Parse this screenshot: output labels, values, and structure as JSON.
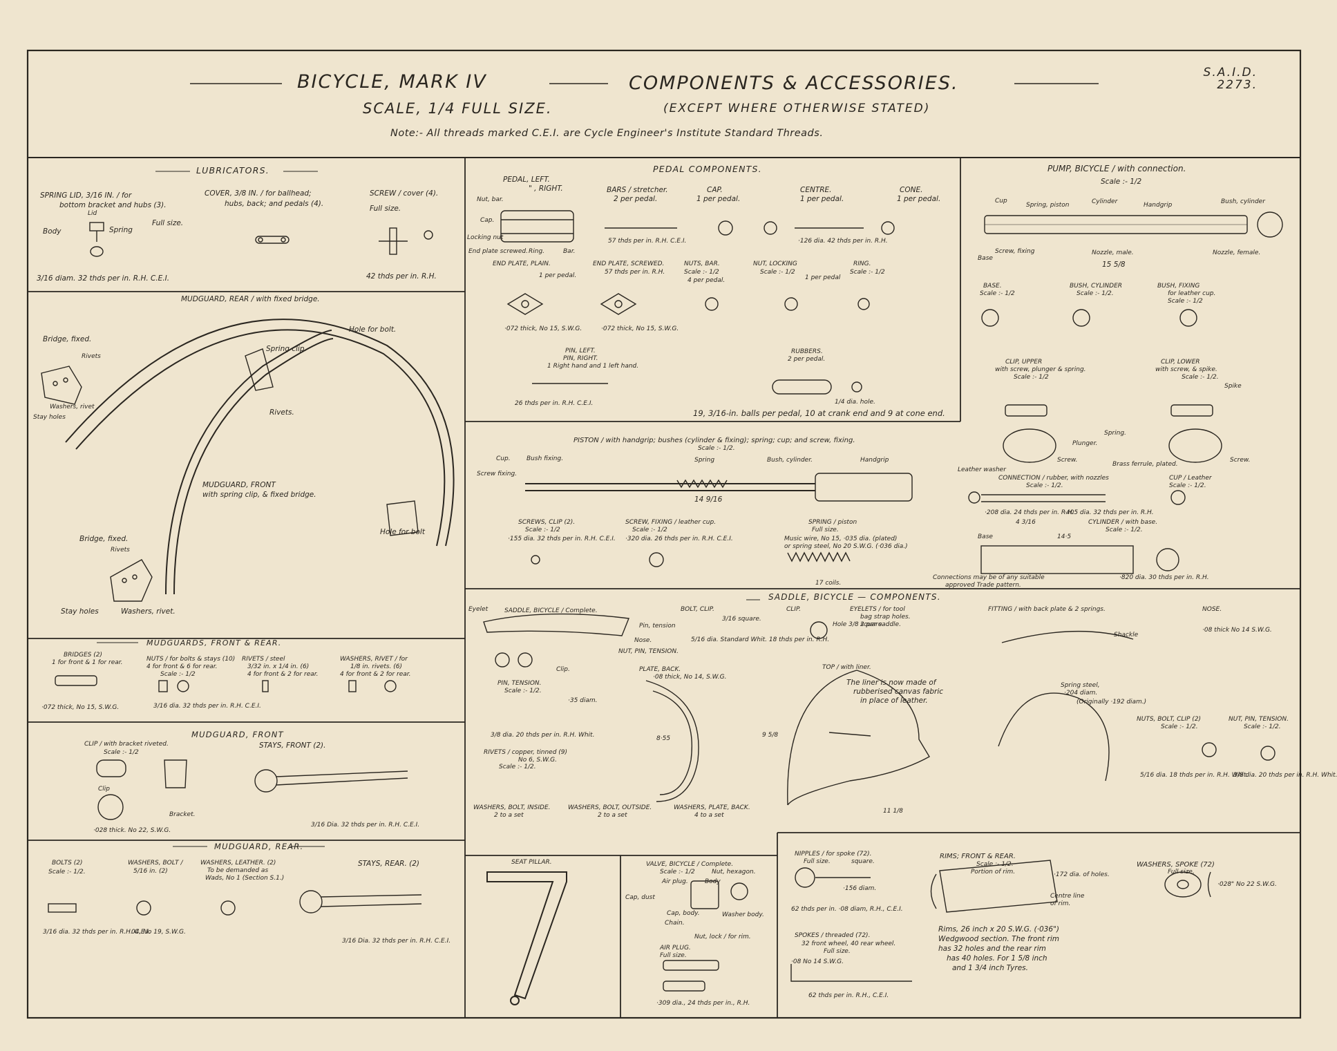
{
  "header": {
    "title_left": "BICYCLE, MARK IV",
    "title_right": "COMPONENTS & ACCESSORIES.",
    "scale": "SCALE, 1/4 FULL SIZE.",
    "scale_note": "(EXCEPT WHERE OTHERWISE STATED)",
    "note": "Note:- All threads marked C.E.I. are Cycle Engineer's Institute Standard Threads.",
    "ref_line1": "S.A.I.D.",
    "ref_line2": "2273."
  },
  "sections": {
    "lubricators": {
      "title": "LUBRICATORS.",
      "spring_lid": "SPRING LID, 3/16 IN. / for",
      "spring_lid2": "bottom bracket and hubs (3).",
      "cover": "COVER, 3/8 IN. / for ballhead;",
      "cover2": "hubs, back; and pedals (4).",
      "screw": "SCREW / cover (4).",
      "full_size": "Full size.",
      "full_size2": "Full size.",
      "body": "Body",
      "lid": "Lid",
      "spring": "Spring",
      "thread1": "3/16 diam. 32 thds per in. R.H. C.E.I.",
      "thread2": "42 thds per in. R.H."
    },
    "mudguard_rear_fixed": {
      "title": "MUDGUARD, REAR / with fixed bridge.",
      "bridge_fixed": "Bridge, fixed.",
      "rivets": "Rivets",
      "stay_holes": "Stay holes",
      "washers": "Washers, rivet",
      "spring_clip": "Spring clip.",
      "hole_bolt": "Hole for bolt.",
      "rivets2": "Rivets.",
      "front_title": "MUDGUARD, FRONT",
      "front_sub": "with spring clip, & fixed bridge.",
      "bridge_fixed2": "Bridge, fixed.",
      "rivets3": "Rivets",
      "stay_holes2": "Stay holes",
      "washers_rivet": "Washers, rivet.",
      "hole_bolt2": "Hole for bolt"
    },
    "mudguards_fr": {
      "title": "MUDGUARDS, FRONT & REAR.",
      "bridges": "BRIDGES (2)",
      "bridges2": "1 for front & 1 for rear.",
      "nuts": "NUTS / for bolts & stays (10)",
      "nuts2": "4 for front & 6 for rear.",
      "rivets": "RIVETS / steel",
      "rivets2": "3/32 in. x 1/4 in. (6)",
      "rivets3": "4 for front & 2 for rear.",
      "washers": "WASHERS, RIVET / for",
      "washers2": "1/8 in. rivets. (6)",
      "washers3": "4 for front & 2 for rear.",
      "scale": "Scale :- 1/2",
      "thick": "·072 thick, No 15, S.W.G.",
      "thread": "3/16 dia. 32 thds per in. R.H. C.E.I."
    },
    "mudguard_front": {
      "title": "MUDGUARD, FRONT",
      "clip": "CLIP / with bracket riveted.",
      "scale": "Scale :- 1/2",
      "stays": "STAYS, FRONT (2).",
      "clip_lbl": "Clip",
      "bracket": "Bracket.",
      "thick": "·028 thick. No 22, S.W.G.",
      "thread": "3/16 Dia. 32 thds per in. R.H. C.E.I."
    },
    "mudguard_rear": {
      "title": "MUDGUARD, REAR.",
      "bolts": "BOLTS (2)",
      "washers_bolt": "WASHERS, BOLT /",
      "washers_bolt2": "5/16 in. (2)",
      "washers_leather": "WASHERS, LEATHER. (2)",
      "washers_leather2": "To be demanded as",
      "washers_leather3": "Wads, No 1 (Section S.1.)",
      "stays": "STAYS, REAR. (2)",
      "scale": "Scale :- 1/2.",
      "thread": "3/16 dia. 32 thds per in. R.H. C.E.I.",
      "thick": "04, No 19, S.W.G.",
      "thread2": "3/16 Dia. 32 thds per in. R.H. C.E.I."
    },
    "pedal": {
      "title": "PEDAL COMPONENTS.",
      "pedal": "PEDAL, LEFT.",
      "pedal2": "\" , RIGHT.",
      "nut_bar": "Nut, bar.",
      "cap": "Cap.",
      "locking_nut": "Locking nut",
      "end_plate_screwed": "End plate screwed.",
      "ring": "Ring.",
      "bar": "Bar.",
      "bars": "BARS / stretcher.",
      "bars2": "2 per pedal.",
      "cap_t": "CAP.",
      "cap2": "1 per pedal.",
      "centre": "CENTRE.",
      "centre2": "1 per pedal.",
      "cone": "CONE.",
      "cone2": "1 per pedal.",
      "end_plain": "END PLATE, PLAIN.",
      "end_plain2": "1 per pedal.",
      "end_screwed": "END PLATE, SCREWED.",
      "end_screwed2": "57 thds per in. R.H.",
      "nuts_bar": "NUTS, BAR.",
      "nuts_bar2": "Scale :- 1/2",
      "nuts_bar3": "4 per pedal.",
      "nut_locking": "NUT, LOCKING",
      "nut_locking2": "Scale :- 1/2",
      "nut_locking3": "1 per pedal",
      "ring_t": "RING.",
      "ring2": "Scale :- 1/2",
      "pin": "PIN, LEFT.",
      "pin2": "PIN, RIGHT.",
      "pin3": "1 Right hand and 1 left hand.",
      "rubbers": "RUBBERS.",
      "rubbers2": "2 per pedal.",
      "thick1": "·072 thick, No 15, S.W.G.",
      "thick2": "·072 thick, No 15, S.W.G.",
      "balls": "19, 3/16-in. balls per pedal, 10 at crank end and 9 at cone end.",
      "thread_pin": "26 thds per in. R.H. C.E.I.",
      "thread_cap": "57 thds per in. R.H. C.E.I.",
      "thread_centre": "·126 dia. 42 thds per in. R.H.",
      "hole": "1/4 dia. hole."
    },
    "pump": {
      "title": "PUMP, BICYCLE / with connection.",
      "scale": "Scale :- 1/2",
      "cup": "Cup",
      "spring_piston": "Spring, piston",
      "cylinder": "Cylinder",
      "handgrip": "Handgrip",
      "bush_cylinder": "Bush, cylinder",
      "screw_fixing": "Screw, fixing",
      "base": "Base",
      "nozzle_male": "Nozzle, male.",
      "nozzle_female": "Nozzle, female.",
      "length": "15 5/8",
      "base_t": "BASE.",
      "base_s": "Scale :- 1/2",
      "bush_cyl": "BUSH, CYLINDER",
      "bush_cyl_s": "Scale :- 1/2.",
      "bush_fix": "BUSH, FIXING",
      "bush_fix2": "for leather cup.",
      "bush_fix_s": "Scale :- 1/2",
      "clip_upper": "CLIP, UPPER",
      "clip_upper2": "with screw, plunger & spring.",
      "clip_upper_s": "Scale :- 1/2",
      "clip_lower": "CLIP, LOWER",
      "clip_lower2": "with screw, & spike.",
      "clip_lower_s": "Scale :- 1/2.",
      "spike": "Spike",
      "spring": "Spring.",
      "plunger": "Plunger.",
      "screw": "Screw.",
      "screw2": "Screw."
    },
    "piston": {
      "title": "PISTON / with handgrip; bushes (cylinder & fixing); spring; cup; and screw, fixing.",
      "scale": "Scale :- 1/2.",
      "cup": "Cup.",
      "bush_fixing": "Bush fixing.",
      "screw_fixing": "Screw fixing.",
      "spring": "Spring",
      "bush_cylinder": "Bush, cylinder.",
      "handgrip": "Handgrip",
      "length": "14 9/16",
      "screws_clip": "SCREWS, CLIP (2).",
      "screws_clip_s": "Scale :- 1/2",
      "screws_thread": "·155 dia. 32 thds per in. R.H. C.E.I.",
      "screw_fixing_t": "SCREW, FIXING / leather cup.",
      "screw_fixing_s": "Scale :- 1/2",
      "screw_fixing_thread": "·320 dia. 26 thds per in. R.H. C.E.I.",
      "spring_t": "SPRING / piston",
      "spring_s": "Full size.",
      "spring_d1": "Music wire, No 15, ·035 dia. (plated)",
      "spring_d2": "or spring steel, No 20 S.W.G. (·036 dia.)",
      "coils": "17 coils.",
      "leather_washer": "Leather washer",
      "connection": "CONNECTION / rubber, with nozzles",
      "connection_s": "Scale :- 1/2.",
      "brass": "Brass ferrule, plated.",
      "cup_leather": "CUP / Leather",
      "cup_leather_s": "Scale :- 1/2.",
      "cylinder": "CYLINDER / with base.",
      "cylinder_s": "Scale :- 1/2.",
      "base": "Base",
      "length2": "14·5",
      "length3": "4 3/16",
      "conn_note": "Connections may be of any suitable",
      "conn_note2": "approved Trade pattern.",
      "thread": "·820 dia. 30 thds per in. R.H.",
      "thread2": "·208 dia. 24 thds per in. R.H.",
      "thread3": "·405 dia. 32 thds per in. R.H."
    },
    "saddle": {
      "title": "SADDLE, BICYCLE — COMPONENTS.",
      "eyelet": "Eyelet",
      "saddle_complete": "SADDLE, BICYCLE / Complete.",
      "pin_tension": "Pin, tension",
      "nose": "Nose.",
      "nut_pin": "NUT, PIN, TENSION.",
      "clip": "Clip.",
      "bolt_clip": "BOLT, CLIP.",
      "bolt_sq": "3/16 square.",
      "bolt_thread": "5/16 dia. Standard Whit. 18 thds per in. R.H.",
      "clip_t": "CLIP.",
      "hole_sq": "Hole 3/8 square.",
      "eyelets": "EYELETS / for tool",
      "eyelets2": "bag strap holes.",
      "eyelets3": "2 per saddle.",
      "fitting": "FITTING / with back plate & 2 springs.",
      "nose_t": "NOSE.",
      "nose_thick": "·08 thick No 14 S.W.G.",
      "shackle": "Shackle",
      "pin_t": "PIN, TENSION.",
      "pin_s": "Scale :- 1/2.",
      "pin_diam": "·35 diam.",
      "pin_thread": "3/8 dia. 20 thds per in. R.H. Whit.",
      "plate_back": "PLATE, BACK.",
      "plate_thick": "·08 thick, No 14, S.W.G.",
      "top": "TOP / with liner.",
      "liner": "The liner is now made of",
      "liner2": "rubberised canvas fabric",
      "liner3": "in place of leather.",
      "spring_steel": "Spring steel,",
      "spring_steel2": "·204 diam.",
      "spring_steel3": "(Originally ·192 diam.)",
      "rivets": "RIVETS / copper, tinned (9)",
      "rivets2": "No 6, S.W.G.",
      "rivets_s": "Scale :- 1/2.",
      "nuts_bolt": "NUTS, BOLT, CLIP (2)",
      "nuts_bolt_s": "Scale :- 1/2.",
      "nuts_bolt_thread": "5/16 dia. 18 thds per in. R.H. Whit.",
      "nut_pin_s": "Scale :- 1/2.",
      "nut_pin_thread": "3/8 dia. 20 thds per in. R.H. Whit.",
      "washers_inside": "WASHERS, BOLT, INSIDE.",
      "washers_inside2": "2 to a set",
      "washers_outside": "WASHERS, BOLT, OUTSIDE.",
      "washers_outside2": "2 to a set",
      "washers_plate": "WASHERS, PLATE, BACK.",
      "washers_plate2": "4 to a set",
      "dim_855": "8·55",
      "dim_956": "9 5/8",
      "dim_1118": "11 1/8"
    },
    "seat_pillar": {
      "title": "SEAT PILLAR."
    },
    "valve": {
      "title": "VALVE, BICYCLE / Complete.",
      "scale": "Scale :- 1/2",
      "nut_hex": "Nut, hexagon.",
      "air_plug": "Air plug.",
      "body": "Body",
      "cap_dust": "Cap, dust",
      "cap_body": "Cap, body.",
      "chain": "Chain.",
      "washer_body": "Washer body.",
      "nut_lock": "Nut, lock / for rim.",
      "air_plug_t": "AIR PLUG.",
      "air_plug_s": "Full size.",
      "thread": "·309 dia., 24 thds per in., R.H."
    },
    "nipples": {
      "title": "NIPPLES / for spoke (72).",
      "sub": "Full size.",
      "square": "square.",
      "diam": "·156 diam.",
      "thread": "62 thds per in. ·08 diam, R.H., C.E.I.",
      "spokes": "SPOKES / threaded (72).",
      "spokes2": "32 front wheel, 40 rear wheel.",
      "spokes3": "Full size.",
      "spokes4": "·08 No 14 S.W.G.",
      "spokes5": "62 thds per in. R.H., C.E.I."
    },
    "rims": {
      "title": "RIMS; FRONT & REAR.",
      "scale": "Scale :- 1/2.",
      "portion": "Portion of rim.",
      "holes": "·172 dia. of holes.",
      "centre": "Centre line",
      "centre2": "of rim.",
      "desc1": "Rims, 26 inch x 20 S.W.G. (·036\")",
      "desc2": "Wedgwood section. The front rim",
      "desc3": "has 32 holes and the rear rim",
      "desc4": "has 40 holes. For 1 5/8 inch",
      "desc5": "and 1 3/4 inch Tyres."
    },
    "washers_spoke": {
      "title": "WASHERS, SPOKE (72)",
      "sub": "Full size.",
      "thick": "·028\" No 22 S.W.G."
    }
  },
  "colors": {
    "paper": "#efe5cf",
    "ink": "#2a2620"
  }
}
